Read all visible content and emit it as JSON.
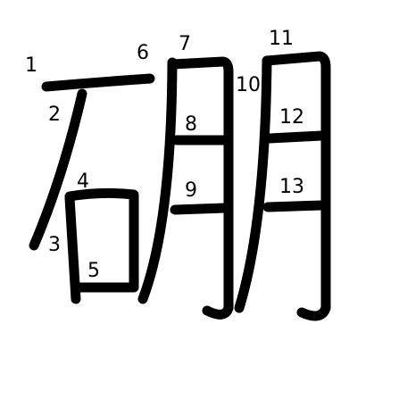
{
  "character": "硼",
  "stroke_numbers": [
    "1",
    "2",
    "3",
    "4",
    "5",
    "6",
    "7",
    "8",
    "9",
    "10",
    "11",
    "12",
    "13"
  ],
  "colors": {
    "background": "#ffffff",
    "ink": "#000000"
  }
}
